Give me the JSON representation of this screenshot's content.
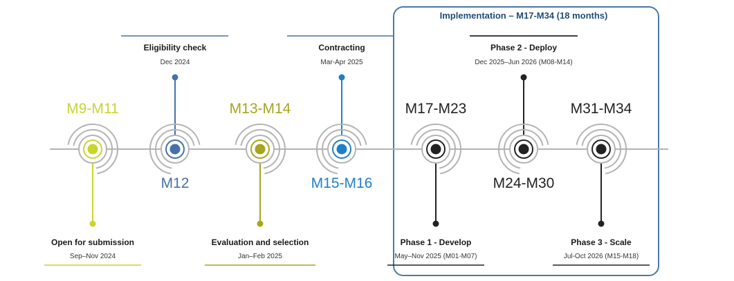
{
  "implementation": {
    "title": "Implementation – M17-M34 (18 months)",
    "border_color": "#4a78a8"
  },
  "colors": {
    "axis": "#b3b3b3",
    "ring": "#b3b3b3",
    "lime": "#c9d42f",
    "olive": "#a7a41f",
    "steel": "#4472a8",
    "azure": "#1f7fc6",
    "dark": "#222222",
    "black": "#000000",
    "blue_line": "#4472a8"
  },
  "milestones": [
    {
      "code": "M9-M11",
      "code_color": "#c9d42f",
      "dot_color": "#c9d42f",
      "stem": "down",
      "title": "Open for submission",
      "date": "Sep–Nov 2024",
      "rule_color": "#c9d42f"
    },
    {
      "code": "M12",
      "code_color": "#4472a8",
      "dot_color": "#4472a8",
      "stem": "up",
      "title": "Eligibility check",
      "date": "Dec 2024",
      "rule_color": "#4472a8"
    },
    {
      "code": "M13-M14",
      "code_color": "#a7a41f",
      "dot_color": "#a7a41f",
      "stem": "down",
      "title": "Evaluation and selection",
      "date": "Jan–Feb 2025",
      "rule_color": "#a7a41f"
    },
    {
      "code": "M15-M16",
      "code_color": "#1f7fc6",
      "dot_color": "#1f7fc6",
      "stem": "up",
      "title": "Contracting",
      "date": "Mar-Apr 2025",
      "rule_color": "#4472a8"
    },
    {
      "code": "M17-M23",
      "code_color": "#222222",
      "dot_color": "#222222",
      "stem": "down",
      "title": "Phase 1 - Develop",
      "date": "May–Nov 2025 (M01-M07)",
      "rule_color": "#222222"
    },
    {
      "code": "M24-M30",
      "code_color": "#222222",
      "dot_color": "#222222",
      "stem": "up",
      "title": "Phase 2 - Deploy",
      "date": "Dec 2025–Jun 2026 (M08-M14)",
      "rule_color": "#000000"
    },
    {
      "code": "M31-M34",
      "code_color": "#222222",
      "dot_color": "#222222",
      "stem": "down",
      "title": "Phase 3 - Scale",
      "date": "Jul-Oct 2026 (M15-M18)",
      "rule_color": "#222222"
    }
  ]
}
